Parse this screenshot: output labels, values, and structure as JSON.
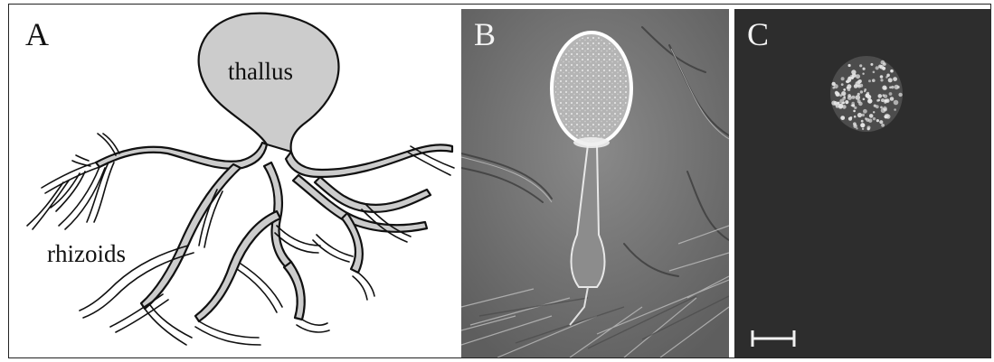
{
  "panels": [
    {
      "label": "A",
      "labels": {
        "thallus": "thallus",
        "rhizoids": "rhizoids"
      }
    },
    {
      "label": "B"
    },
    {
      "label": "C"
    }
  ],
  "colors": {
    "thallus_fill": "#cccccc",
    "outline": "#111111",
    "micrograph_bg": "#777777",
    "fluorescence_bg": "#2d2d2d",
    "nuclei": "#e8e8e8"
  }
}
